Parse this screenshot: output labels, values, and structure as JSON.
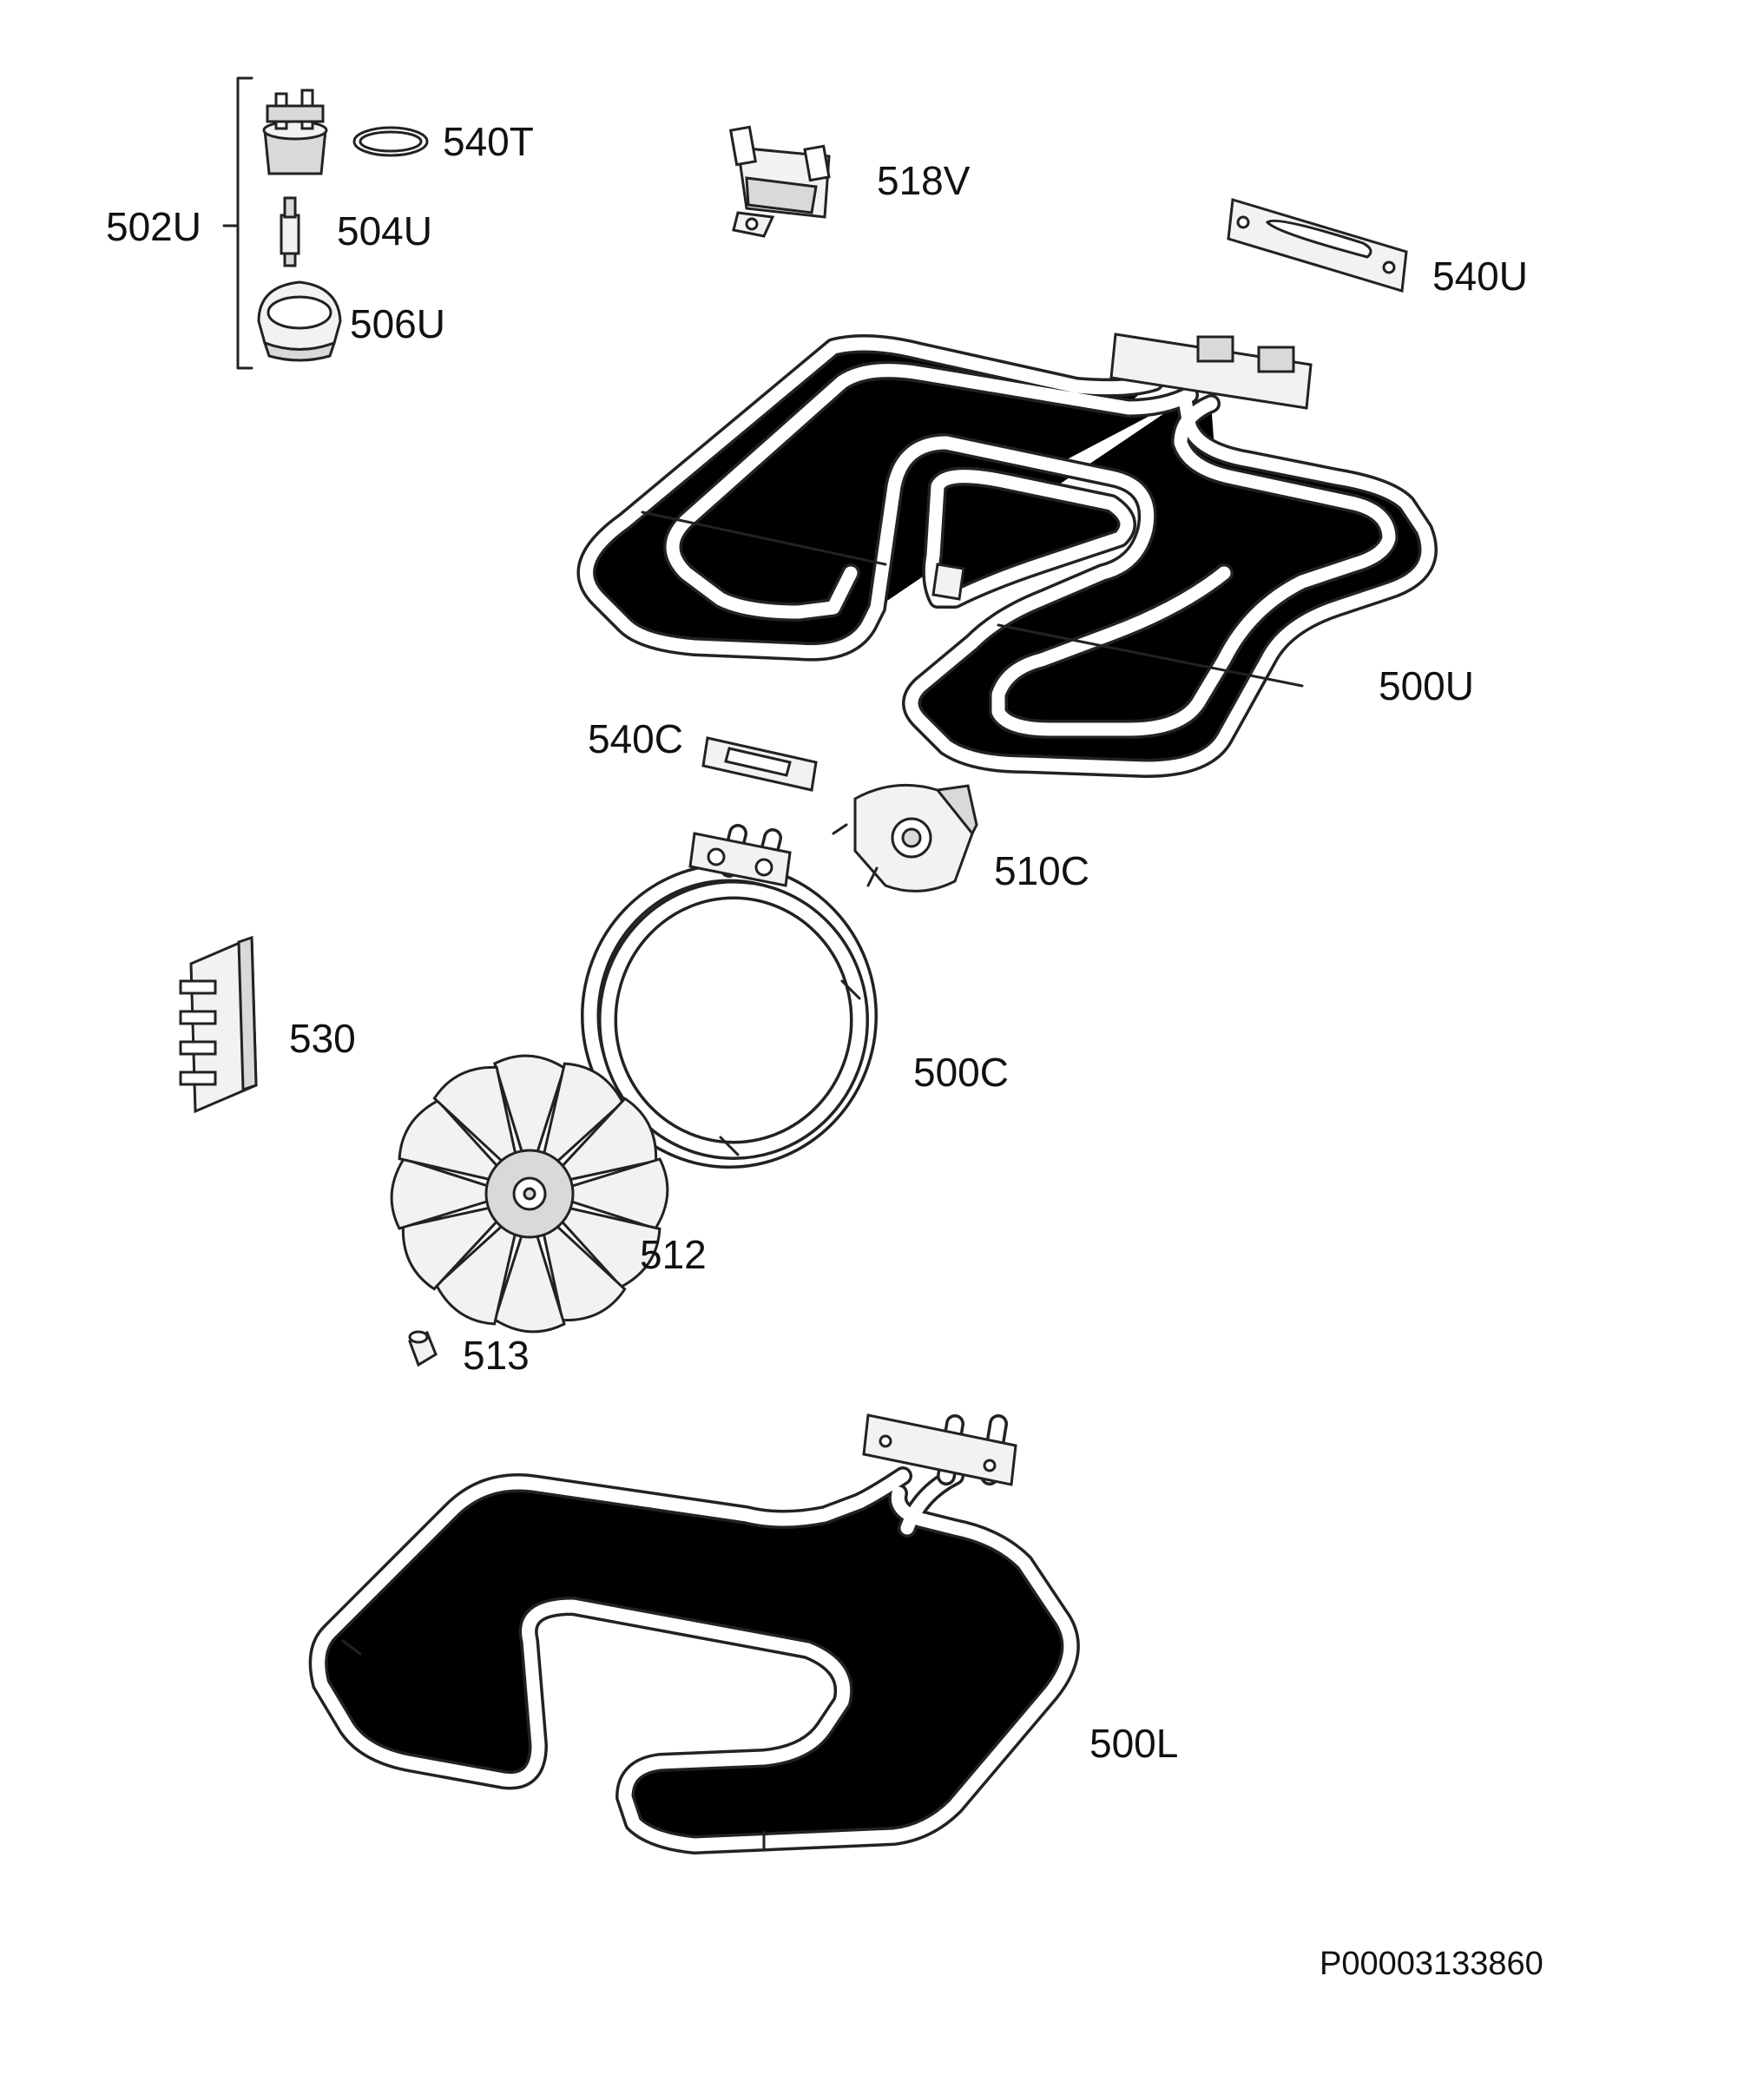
{
  "labels": {
    "p502U": "502U",
    "p540T": "540T",
    "p504U": "504U",
    "p506U": "506U",
    "p518V": "518V",
    "p540U": "540U",
    "p500U": "500U",
    "p540C": "540C",
    "p510C": "510C",
    "p530": "530",
    "p500C": "500C",
    "p512": "512",
    "p513": "513",
    "p500L": "500L"
  },
  "document_number": "P00003133860"
}
